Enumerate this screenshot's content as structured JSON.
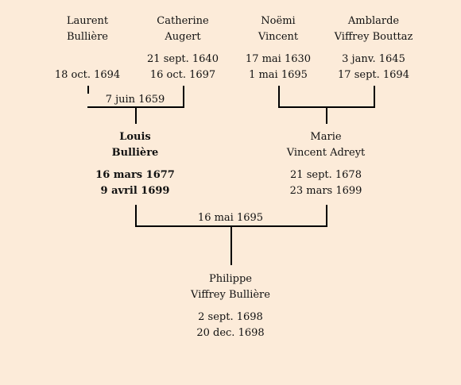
{
  "grandparents": [
    {
      "name1": "Laurent",
      "name2": "Bullière",
      "birth": "",
      "death": "18 oct. 1694"
    },
    {
      "name1": "Catherine",
      "name2": "Augert",
      "birth": "21 sept. 1640",
      "death": "16 oct. 1697"
    },
    {
      "name1": "Noëmi",
      "name2": "Vincent",
      "birth": "17 mai 1630",
      "death": "1 mai 1695"
    },
    {
      "name1": "Amblarde",
      "name2": "Viffrey Bouttaz",
      "birth": "3 janv. 1645",
      "death": "17 sept. 1694"
    }
  ],
  "marriage_paternal_grandparents": "7 juin 1659",
  "father": {
    "name1": "Louis",
    "name2": "Bullière",
    "birth": "16 mars 1677",
    "death": "9 avril 1699"
  },
  "mother": {
    "name1": "Marie",
    "name2": "Vincent Adreyt",
    "birth": "21 sept. 1678",
    "death": "23 mars 1699"
  },
  "marriage_parents": "16 mai 1695",
  "child": {
    "name1": "Philippe",
    "name2": "Viffrey Bullière",
    "birth": "2 sept. 1698",
    "death": "20 dec. 1698"
  }
}
